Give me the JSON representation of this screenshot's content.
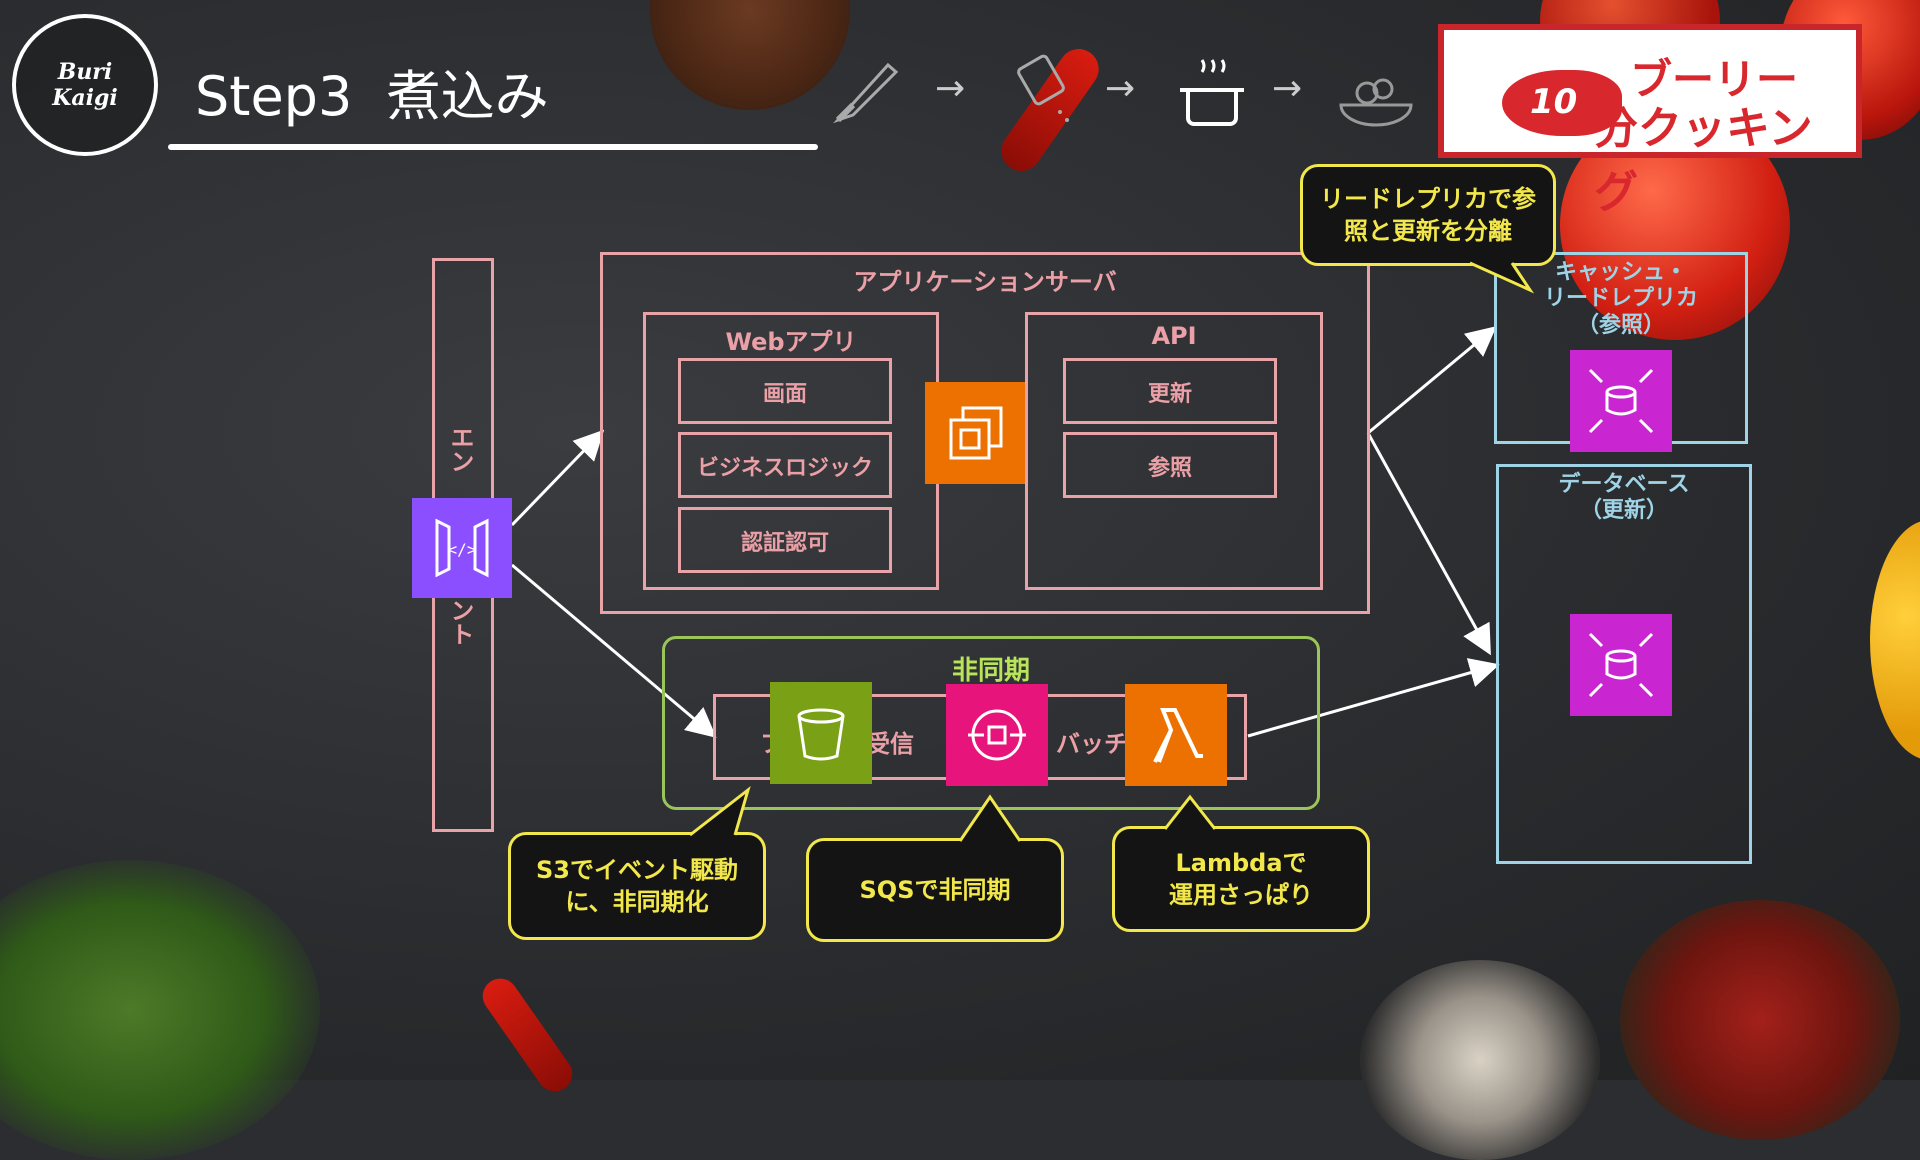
{
  "title": "Step3  煮込み",
  "logo_text": [
    "Buri",
    "Kaigi"
  ],
  "brand": {
    "number": "10",
    "line1": "ブーリー",
    "line2": "分クッキング"
  },
  "steps": [
    "knife-icon",
    "seasoning-icon",
    "pot-icon",
    "dish-icon"
  ],
  "step_arrow": "→",
  "diagram": {
    "endpoint_label_top": "エン",
    "endpoint_label_bottom": "ント",
    "app_server_label": "アプリケーションサーバ",
    "webapp_label": "Webアプリ",
    "webapp_items": [
      "画面",
      "ビジネスロジック",
      "認証認可"
    ],
    "api_label": "API",
    "api_items": [
      "更新",
      "参照"
    ],
    "async_label": "非同期",
    "async_text_left": "フ",
    "async_text_mid": "受信",
    "async_text_right": "バッチ",
    "cache_label": "キャッシュ・\nリードレプリカ\n（参照）",
    "db_label": "データベース\n（更新）"
  },
  "bubbles": {
    "read_replica": "リードレプリカで参\n照と更新を分離",
    "s3": "S3でイベント駆動\nに、非同期化",
    "sqs": "SQSで非同期",
    "lambda": "Lambdaで\n運用さっぱり"
  },
  "colors": {
    "pink": "#e8a3a8",
    "blue": "#9fd3e6",
    "green": "#9ac55a",
    "yellow": "#f2e84c",
    "api_gateway": "#8c4fff",
    "ec2": "#ed7100",
    "s3": "#7aa116",
    "sqs": "#e7157b",
    "lambda": "#ed7100",
    "database": "#c925d1",
    "brand_red": "#d9272e"
  },
  "icons": [
    "api-gateway-icon",
    "ec2-icon",
    "s3-icon",
    "sqs-icon",
    "lambda-icon",
    "elasticache-icon",
    "rds-icon"
  ]
}
